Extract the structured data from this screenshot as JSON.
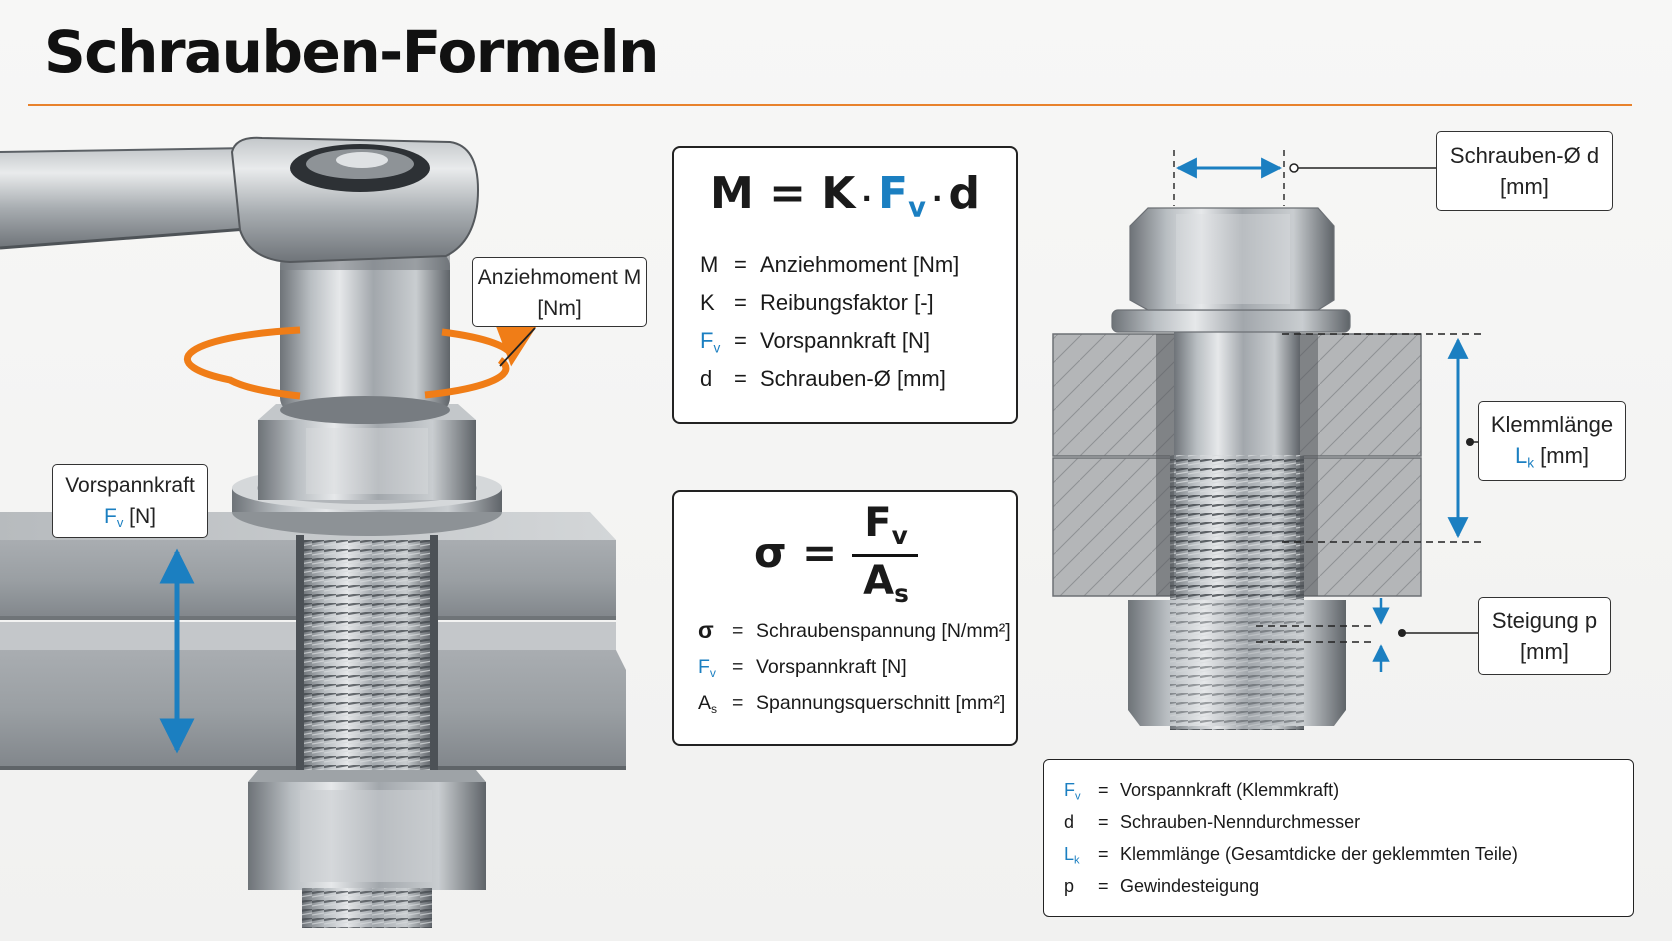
{
  "title": "Schrauben-Formeln",
  "colors": {
    "accent_orange": "#e8822c",
    "symbol_blue": "#1b7fc1",
    "steel": "#8f959b"
  },
  "callouts": {
    "torque": {
      "line1": "Anziehmoment M",
      "line2": "[Nm]"
    },
    "preload": {
      "line1": "Vorspannkraft",
      "sym": "F",
      "sub": "v",
      "unit": "[N]"
    },
    "diameter": {
      "line1": "Schrauben-Ø d",
      "line2": "[mm]"
    },
    "clamp": {
      "line1": "Klemmlänge",
      "sym": "L",
      "sub": "k",
      "unit": "[mm]"
    },
    "pitch": {
      "line1": "Steigung p",
      "line2": "[mm]"
    }
  },
  "formula1": {
    "lhs": "M",
    "eq": "=",
    "k": "K",
    "dot1": "·",
    "f": "F",
    "f_sub": "v",
    "dot2": "·",
    "d": "d",
    "defs": [
      {
        "sym": "M",
        "sub": "",
        "eq": "=",
        "text": "Anziehmoment [Nm]"
      },
      {
        "sym": "K",
        "sub": "",
        "eq": "=",
        "text": "Reibungsfaktor [-]"
      },
      {
        "sym": "F",
        "sub": "v",
        "eq": "=",
        "text": "Vorspannkraft [N]"
      },
      {
        "sym": "d",
        "sub": "",
        "eq": "=",
        "text": "Schrauben-Ø [mm]"
      }
    ]
  },
  "formula2": {
    "lhs": "σ",
    "eq": "=",
    "num": "F",
    "num_sub": "v",
    "den": "A",
    "den_sub": "s",
    "defs": [
      {
        "sym": "σ",
        "sub": "",
        "eq": "=",
        "text": "Schraubenspannung [N/mm²]"
      },
      {
        "sym": "F",
        "sub": "v",
        "eq": "=",
        "text": "Vorspannkraft [N]"
      },
      {
        "sym": "A",
        "sub": "s",
        "eq": "=",
        "text": "Spannungsquerschnitt [mm²]"
      }
    ]
  },
  "legend": [
    {
      "sym": "F",
      "sub": "v",
      "eq": "=",
      "text": "Vorspannkraft (Klemmkraft)"
    },
    {
      "sym": "d",
      "sub": "",
      "eq": "=",
      "text": "Schrauben-Nenndurchmesser"
    },
    {
      "sym": "L",
      "sub": "k",
      "eq": "=",
      "text": "Klemmlänge (Gesamtdicke der geklemmten Teile)"
    },
    {
      "sym": "p",
      "sub": "",
      "eq": "=",
      "text": "Gewindesteigung"
    }
  ]
}
